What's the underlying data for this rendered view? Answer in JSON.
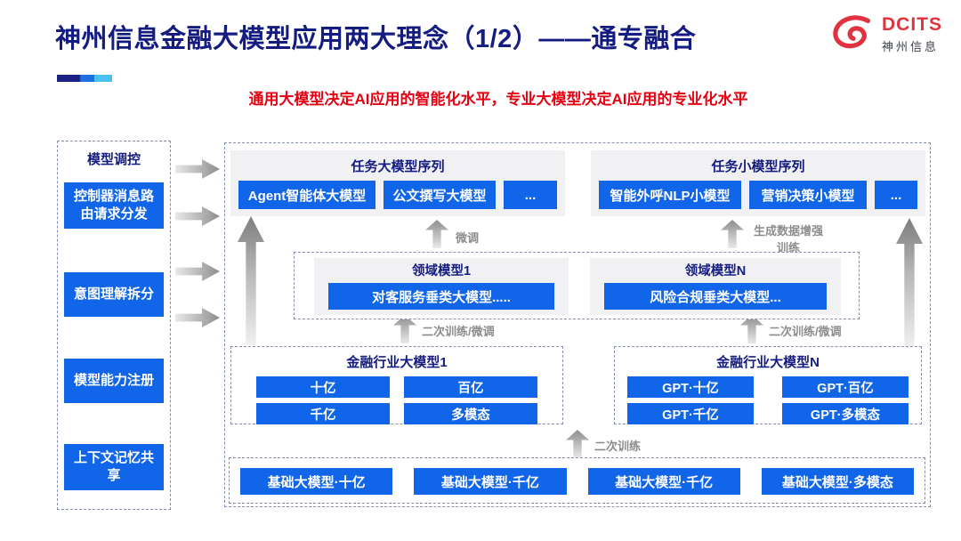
{
  "slide": {
    "title": "神州信息金融大模型应用两大理念（1/2）——通专融合",
    "subtitle": "通用大模型决定AI应用的智能化水平，专业大模型决定AI应用的专业化水平"
  },
  "logo": {
    "brand": "DCITS",
    "company": "神州信息",
    "icon": "dcits-swirl-icon",
    "brand_color": "#e0333f"
  },
  "sidebar": {
    "title": "模型调控",
    "items": [
      "控制器消息路\n由请求分发",
      "意图理解拆分",
      "模型能力注册",
      "上下文记忆共\n享"
    ]
  },
  "flow": {
    "task_large": {
      "title": "任务大模型序列",
      "models": [
        "Agent智能体大模型",
        "公文撰写大模型",
        "..."
      ]
    },
    "task_small": {
      "title": "任务小模型序列",
      "models": [
        "智能外呼NLP小模型",
        "营销决策小模型",
        "..."
      ]
    },
    "domain_box": {
      "panels": [
        {
          "title": "领域模型1",
          "model": "对客服务垂类大模型....."
        },
        {
          "title": "领域模型N",
          "model": "风险合规垂类大模型..."
        }
      ]
    },
    "industry_boxes": [
      {
        "title": "金融行业大模型1",
        "models": [
          "十亿",
          "百亿",
          "千亿",
          "多模态"
        ]
      },
      {
        "title": "金融行业大模型N",
        "models": [
          "GPT·十亿",
          "GPT·百亿",
          "GPT·千亿",
          "GPT·多模态"
        ]
      }
    ],
    "base_box": {
      "models": [
        "基础大模型·十亿",
        "基础大模型·千亿",
        "基础大模型·千亿",
        "基础大模型·多模态"
      ]
    },
    "labels": {
      "fine_tune": "微调",
      "gen_data_train": "生成数据增强\n训练",
      "retrain_finetune_left": "二次训练/微调",
      "retrain_finetune_right": "二次训练/微调",
      "retrain": "二次训练"
    }
  },
  "colors": {
    "accent_bar": [
      "#1b2383",
      "#1f6fe0",
      "#4cc2f1"
    ],
    "node_blue": "#1065e8",
    "title_navy": "#141c80",
    "subtitle_red": "#e60012",
    "arrow_gray": "#8d8d8d"
  }
}
